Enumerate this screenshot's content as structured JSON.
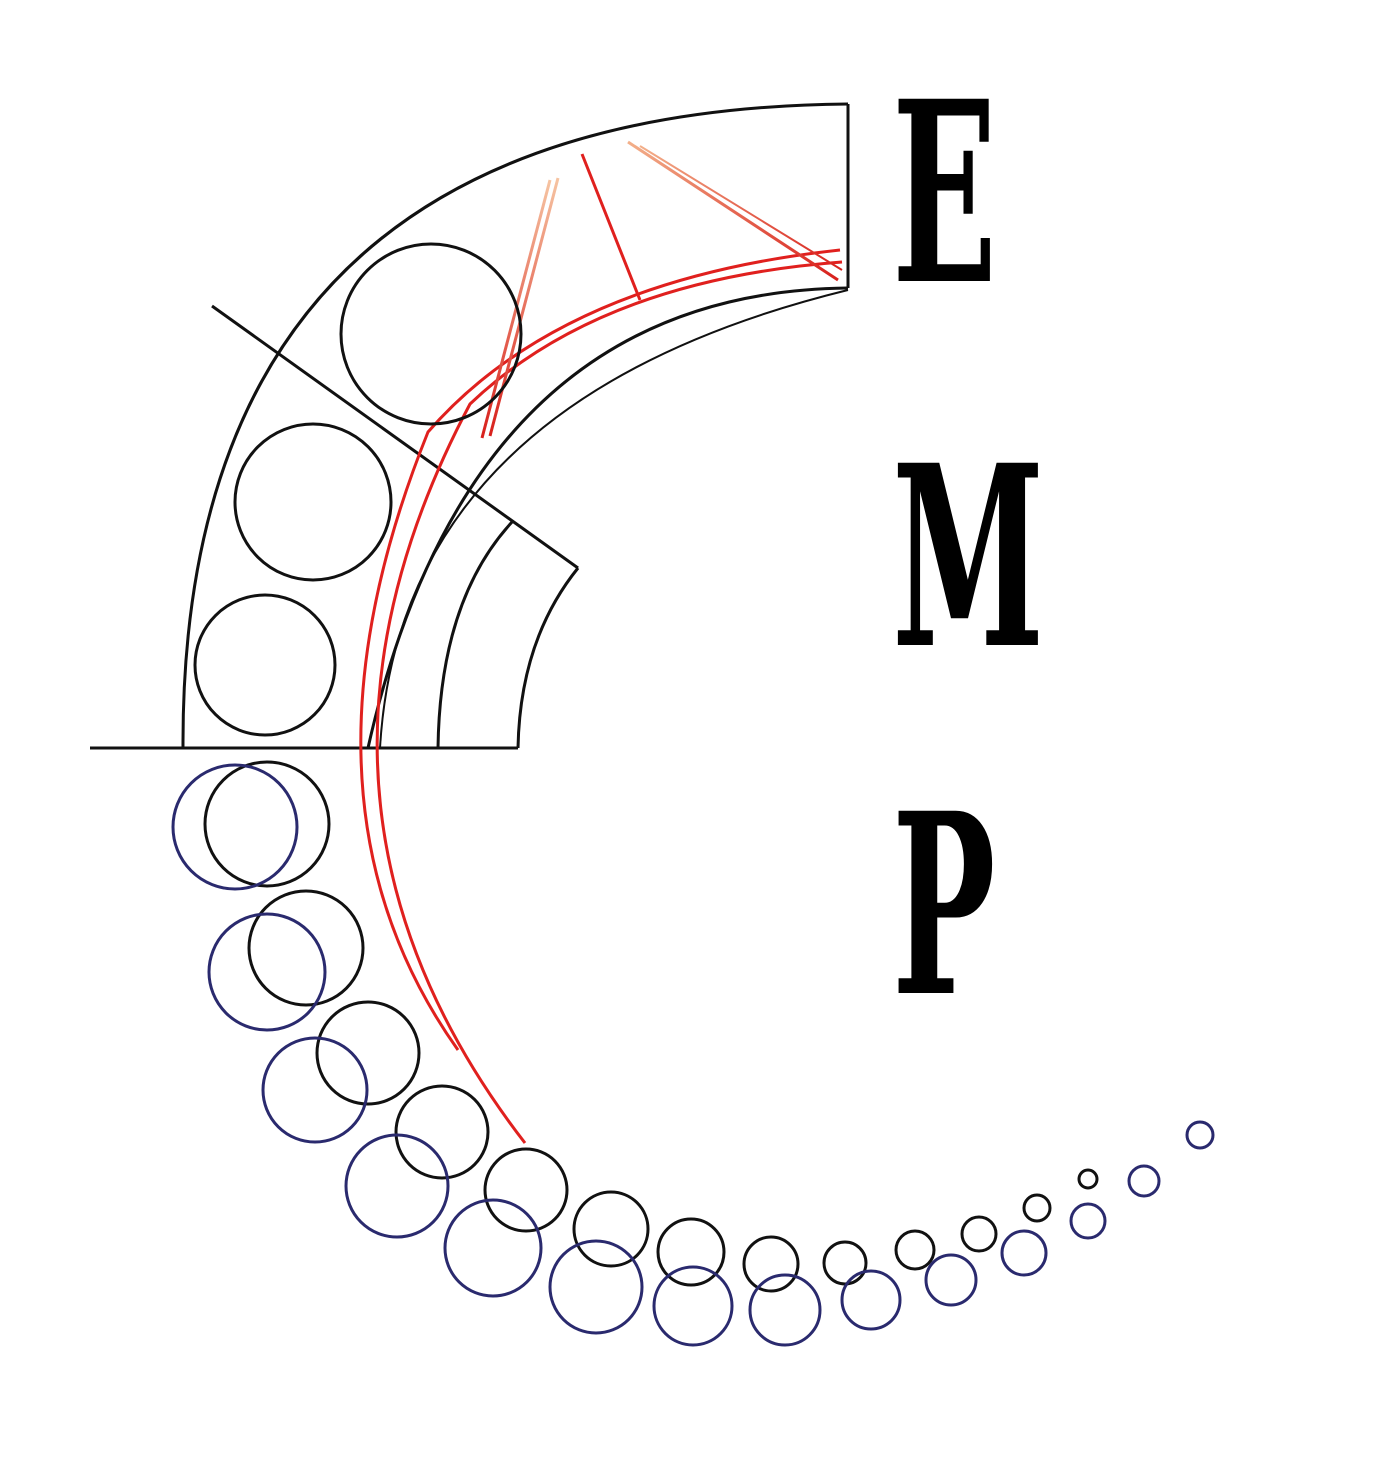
{
  "logo": {
    "letters": [
      "E",
      "M",
      "P"
    ]
  },
  "colors": {
    "background": "#ffffff",
    "outline": "#111111",
    "accent_red": "#e0201e",
    "accent_navy": "#2a2a6e",
    "text": "#000000"
  }
}
